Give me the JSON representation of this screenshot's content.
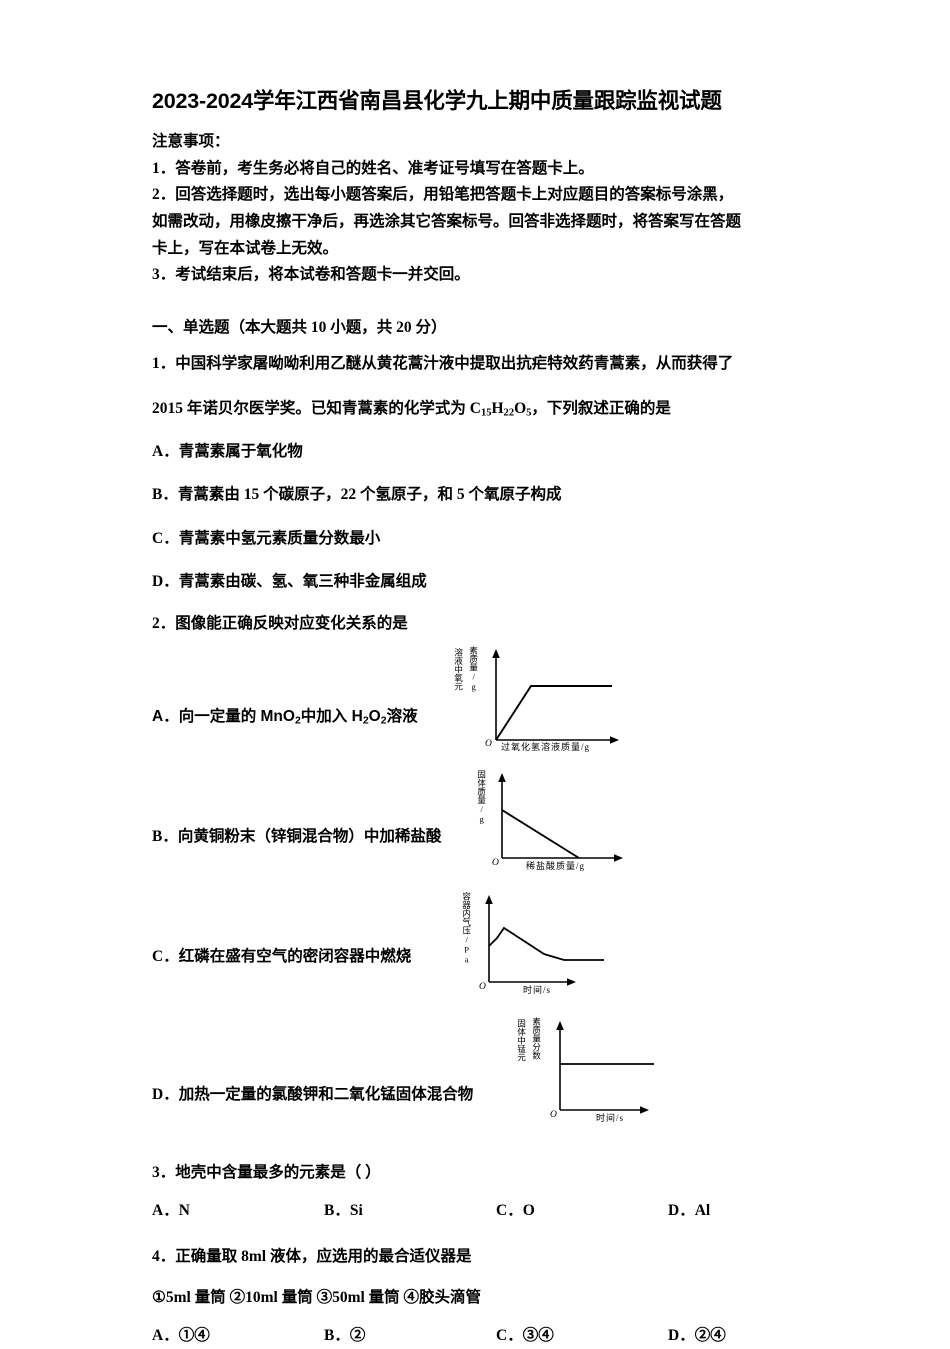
{
  "title": "2023-2024学年江西省南昌县化学九上期中质量跟踪监视试题",
  "notice": {
    "heading": "注意事项：",
    "lines": [
      "1．答卷前，考生务必将自己的姓名、准考证号填写在答题卡上。",
      "2．回答选择题时，选出每小题答案后，用铅笔把答题卡上对应题目的答案标号涂黑，",
      "如需改动，用橡皮擦干净后，再选涂其它答案标号。回答非选择题时，将答案写在答题",
      "卡上，写在本试卷上无效。",
      "3．考试结束后，将本试卷和答题卡一并交回。"
    ]
  },
  "section": "一、单选题（本大题共 10 小题，共 20 分）",
  "q1": {
    "stem_line1": "1．中国科学家屠呦呦利用乙醚从黄花蒿汁液中提取出抗疟特效药青蒿素，从而获得了",
    "stem_line2_pre": "2015 年诺贝尔医学奖。已知青蒿素的化学式为 C",
    "sub1": "15",
    "mid1": "H",
    "sub2": "22",
    "mid2": "O",
    "sub3": "5",
    "stem_line2_post": "，下列叙述正确的是",
    "options": [
      "A．青蒿素属于氧化物",
      "B．青蒿素由 15 个碳原子，22 个氢原子，和 5 个氧原子构成",
      "C．青蒿素中氢元素质量分数最小",
      "D．青蒿素由碳、氢、氧三种非金属组成"
    ]
  },
  "q2": {
    "stem": "2．图像能正确反映对应变化关系的是",
    "options": [
      {
        "prefix": "A．向一定量的 MnO",
        "sub_a": "2",
        "mid": "中加入 H",
        "sub_b": "2",
        "mid2": "O",
        "sub_c": "2",
        "suffix": "溶液"
      },
      {
        "label": "B．向黄铜粉末（锌铜混合物）中加稀盐酸"
      },
      {
        "label": "C．红磷在盛有空气的密闭容器中燃烧"
      },
      {
        "label": "D．加热一定量的氯酸钾和二氧化锰固体混合物"
      }
    ]
  },
  "q3": {
    "stem": "3．地壳中含量最多的元素是（      ）",
    "answers": [
      "A．N",
      "B．Si",
      "C．O",
      "D．Al"
    ]
  },
  "q4": {
    "stem": "4．正确量取 8ml 液体，应选用的最合适仪器是",
    "items": "①5ml 量筒    ②10ml 量筒    ③50ml 量筒    ④胶头滴管",
    "answers": [
      "A．①④",
      "B．②",
      "C．③④",
      "D．②④"
    ]
  },
  "chart_data": [
    {
      "id": "chart-a",
      "type": "line",
      "title": "",
      "xlabel": "过氧化氢溶液质量/g",
      "ylabel_col1": "溶液中氧元",
      "ylabel_col2": "素质量/g",
      "ylabel": "溶液中氧元素质量/g",
      "origin_label": "O",
      "description": "从原点线性上升后转为水平",
      "points": [
        [
          0,
          0
        ],
        [
          38,
          58
        ],
        [
          100,
          58
        ]
      ],
      "grid": false,
      "legend": "none"
    },
    {
      "id": "chart-b",
      "type": "line",
      "title": "",
      "xlabel": "稀盐酸质量/g",
      "ylabel": "固体质量/g",
      "origin_label": "O",
      "description": "从y轴某正值线性下降至x轴后保持",
      "points": [
        [
          0,
          62
        ],
        [
          62,
          0
        ]
      ],
      "grid": false,
      "legend": "none"
    },
    {
      "id": "chart-c",
      "type": "line",
      "title": "",
      "xlabel": "时间/s",
      "ylabel": "容器内气压/Pa",
      "origin_label": "O",
      "description": "起始于y轴中部，快速上升到峰值，随后缓慢下降并趋于水平",
      "points": [
        [
          0,
          40
        ],
        [
          9,
          52
        ],
        [
          16,
          62
        ],
        [
          60,
          26
        ],
        [
          100,
          26
        ]
      ],
      "grid": false,
      "legend": "none"
    },
    {
      "id": "chart-d",
      "type": "line",
      "title": "",
      "xlabel": "时间/s",
      "ylabel_col1": "固体中锰元",
      "ylabel_col2": "素质量分数",
      "ylabel": "固体中锰元素质量分数",
      "origin_label": "O",
      "description": "自y轴起保持水平不变",
      "points": [
        [
          0,
          55
        ],
        [
          100,
          55
        ]
      ],
      "grid": false,
      "legend": "none"
    }
  ]
}
